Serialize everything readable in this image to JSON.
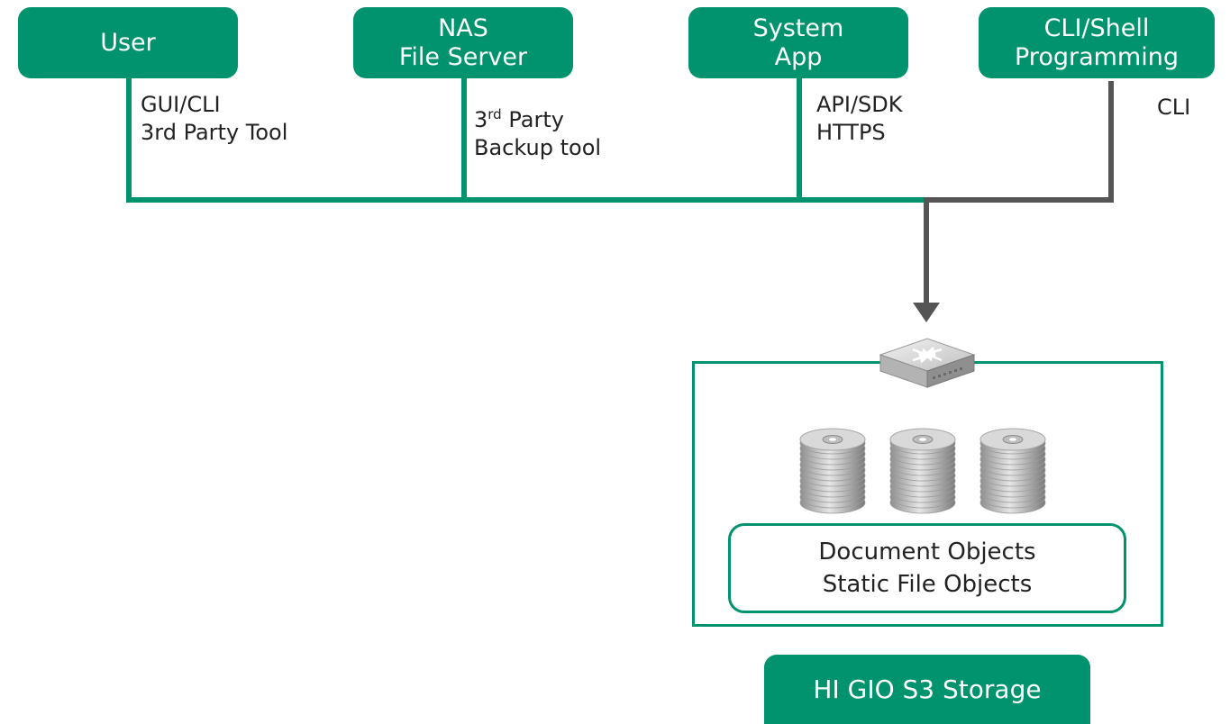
{
  "nodes": {
    "user": {
      "lines": [
        "User"
      ]
    },
    "nas": {
      "lines": [
        "NAS",
        "File Server"
      ]
    },
    "system_app": {
      "lines": [
        "System",
        "App"
      ]
    },
    "cli_shell": {
      "lines": [
        "CLI/Shell",
        "Programming"
      ]
    },
    "storage": {
      "label": "HI GIO S3 Storage"
    }
  },
  "labels": {
    "user": [
      "GUI/CLI",
      "3rd Party Tool"
    ],
    "nas": {
      "line1_main": "3",
      "line1_sup": "rd",
      "line1_rest": " Party",
      "line2": "Backup tool"
    },
    "system_app": [
      "API/SDK",
      "HTTPS"
    ],
    "cli_shell": [
      "CLI"
    ]
  },
  "objects_box": {
    "lines": [
      "Document Objects",
      "Static File Objects"
    ]
  },
  "icons": {
    "switch": "network-switch-icon",
    "disk": "disk-stack-icon"
  },
  "colors": {
    "accent": "#00936e",
    "connector": "#555555",
    "text": "#222222"
  }
}
